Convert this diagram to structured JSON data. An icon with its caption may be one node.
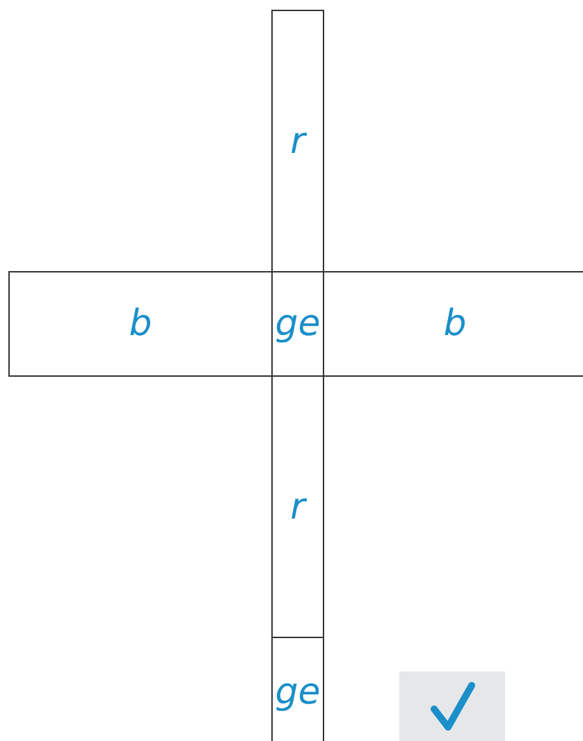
{
  "diagram": {
    "nodes": [
      {
        "text": [
          "r"
        ]
      },
      {
        "text": [
          "b"
        ]
      },
      {
        "text": [
          "ge"
        ]
      },
      {
        "text": [
          "b"
        ]
      },
      {
        "text": [
          "r"
        ]
      },
      {
        "text": [
          "ge"
        ]
      }
    ]
  }
}
